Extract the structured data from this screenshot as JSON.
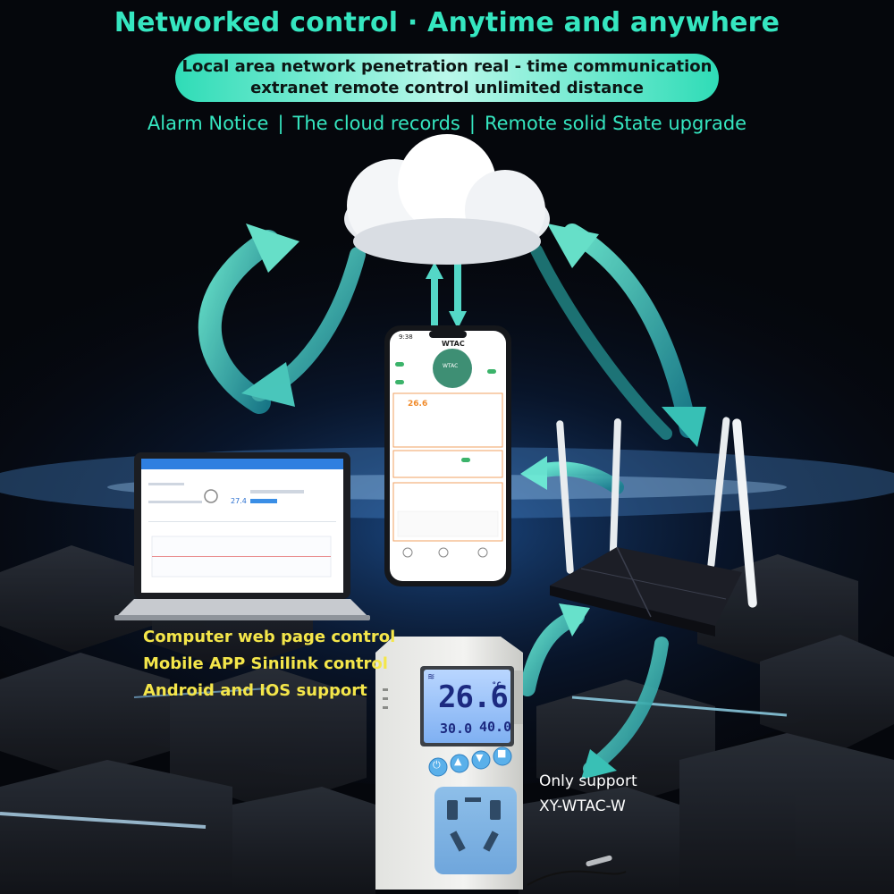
{
  "header": {
    "title": "Networked control · Anytime and anywhere",
    "pill_line1": "Local area network penetration real - time communication",
    "pill_line2": "extranet remote control unlimited distance",
    "features": [
      "Alarm Notice",
      "The cloud records",
      "Remote solid State upgrade"
    ],
    "separator": "|"
  },
  "captions": {
    "left": [
      "Computer web page control",
      "Mobile APP Sinilink control",
      "Android and IOS support"
    ],
    "right": [
      "Only support",
      "XY-WTAC-W"
    ]
  },
  "phone": {
    "app_title": "WTAC",
    "time": "9:38",
    "badge_line1": "WTAC",
    "temperature": "26.6"
  },
  "laptop": {
    "temperature": "27.4"
  },
  "device": {
    "temperature": "26.6",
    "unit": "°C",
    "low_value": "30.0",
    "high_value": "40.0"
  },
  "colors": {
    "accent": "#35e6c0",
    "caption_yellow": "#f4e64a",
    "lcd_blue": "#9ec6ff"
  },
  "icons": [
    "cloud-icon",
    "router-icon",
    "wifi-icon",
    "power-icon",
    "up-arrow-icon",
    "down-arrow-icon",
    "menu-icon"
  ]
}
